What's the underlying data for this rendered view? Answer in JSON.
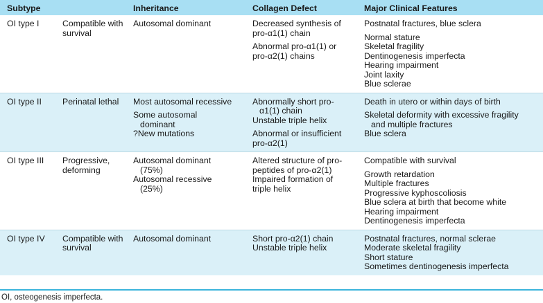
{
  "columns": [
    "Subtype",
    "Inheritance",
    "Collagen Defect",
    "Major Clinical Features"
  ],
  "rows": [
    {
      "subtype": "OI type I",
      "survival": [
        "Compatible with",
        "survival"
      ],
      "inheritance": [
        [
          "Autosomal dominant"
        ]
      ],
      "defect": [
        [
          "Decreased synthesis of",
          "pro-α1(1) chain"
        ],
        [
          "Abnormal pro-α1(1) or",
          "pro-α2(1) chains"
        ]
      ],
      "features": [
        [
          "Postnatal fractures, blue sclera"
        ],
        [
          "Normal stature",
          "Skeletal fragility",
          "Dentinogenesis imperfecta",
          "Hearing impairment",
          "Joint laxity",
          "Blue sclerae"
        ]
      ]
    },
    {
      "subtype": "OI type II",
      "survival": [
        "Perinatal lethal"
      ],
      "inheritance": [
        [
          "Most autosomal recessive"
        ],
        [
          "Some autosomal",
          "dominant",
          "?New mutations"
        ]
      ],
      "defect": [
        [
          "Abnormally short pro-",
          "α1(1) chain",
          "Unstable triple helix"
        ],
        [
          "Abnormal or insufficient",
          "pro-α2(1)"
        ]
      ],
      "features": [
        [
          "Death in utero or within days of birth"
        ],
        [
          "Skeletal deformity with excessive fragility",
          "and multiple fractures",
          "Blue sclera"
        ]
      ]
    },
    {
      "subtype": "OI type III",
      "survival": [
        "Progressive,",
        "deforming"
      ],
      "inheritance": [
        [
          "Autosomal dominant",
          "(75%)",
          "Autosomal recessive",
          "(25%)"
        ]
      ],
      "defect": [
        [
          "Altered structure of pro-",
          "peptides of pro-α2(1)",
          "Impaired formation of",
          "triple helix"
        ]
      ],
      "features": [
        [
          "Compatible with survival"
        ],
        [
          "Growth retardation",
          "Multiple fractures",
          "Progressive kyphoscoliosis",
          "Blue sclera at birth that become white",
          "Hearing impairment",
          "Dentinogenesis imperfecta"
        ]
      ]
    },
    {
      "subtype": "OI type IV",
      "survival": [
        "Compatible with",
        "survival"
      ],
      "inheritance": [
        [
          "Autosomal dominant"
        ]
      ],
      "defect": [
        [
          "Short pro-α2(1) chain",
          "Unstable triple helix"
        ]
      ],
      "features": [
        [
          "Postnatal fractures, normal sclerae",
          "Moderate skeletal fragility",
          "Short stature",
          "Sometimes dentinogenesis imperfecta"
        ]
      ]
    }
  ],
  "footnote": "OI, osteogenesis imperfecta."
}
